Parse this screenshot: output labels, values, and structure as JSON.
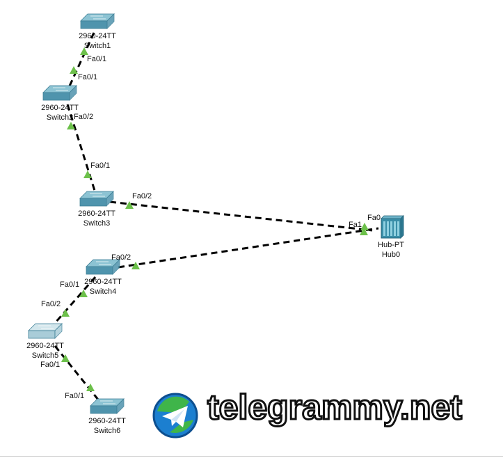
{
  "colors": {
    "switch_face": "#4f94ad",
    "switch_top": "#8cc3d3",
    "switch_dim_face": "#a9ccd8",
    "switch_dim_top": "#d2e6ec",
    "hub": "#3a8ea8",
    "port_indicator": "#6cc04a",
    "link": "#000000"
  },
  "devices": [
    {
      "id": "switch1",
      "model": "2960-24TT",
      "name": "Switch1",
      "icon": "switch-icon"
    },
    {
      "id": "switch2",
      "model": "2960-24TT",
      "name": "Switch2",
      "icon": "switch-icon"
    },
    {
      "id": "switch3",
      "model": "2960-24TT",
      "name": "Switch3",
      "icon": "switch-icon"
    },
    {
      "id": "switch4",
      "model": "2960-24TT",
      "name": "Switch4",
      "icon": "switch-icon"
    },
    {
      "id": "switch5",
      "model": "2960-24TT",
      "name": "Switch5",
      "icon": "switch-icon",
      "dimmed": true
    },
    {
      "id": "switch6",
      "model": "2960-24TT",
      "name": "Switch6",
      "icon": "switch-icon"
    },
    {
      "id": "hub0",
      "model": "Hub-PT",
      "name": "Hub0",
      "icon": "hub-icon"
    }
  ],
  "links": [
    {
      "from": "switch1",
      "to": "switch2",
      "from_port": "Fa0/1",
      "to_port": "Fa0/1"
    },
    {
      "from": "switch2",
      "to": "switch3",
      "from_port": "Fa0/2",
      "to_port": "Fa0/1"
    },
    {
      "from": "switch3",
      "to": "hub0",
      "from_port": "Fa0/2",
      "to_port": "Fa1"
    },
    {
      "from": "switch4",
      "to": "hub0",
      "from_port": "Fa0/2",
      "to_port": "Fa0"
    },
    {
      "from": "switch4",
      "to": "switch5",
      "from_port": "Fa0/1",
      "to_port": "Fa0/2"
    },
    {
      "from": "switch5",
      "to": "switch6",
      "from_port": "Fa0/1",
      "to_port": "Fa0/1"
    }
  ],
  "watermark": {
    "text": "telegrammy.net",
    "icon": "telegram-logo-icon"
  }
}
